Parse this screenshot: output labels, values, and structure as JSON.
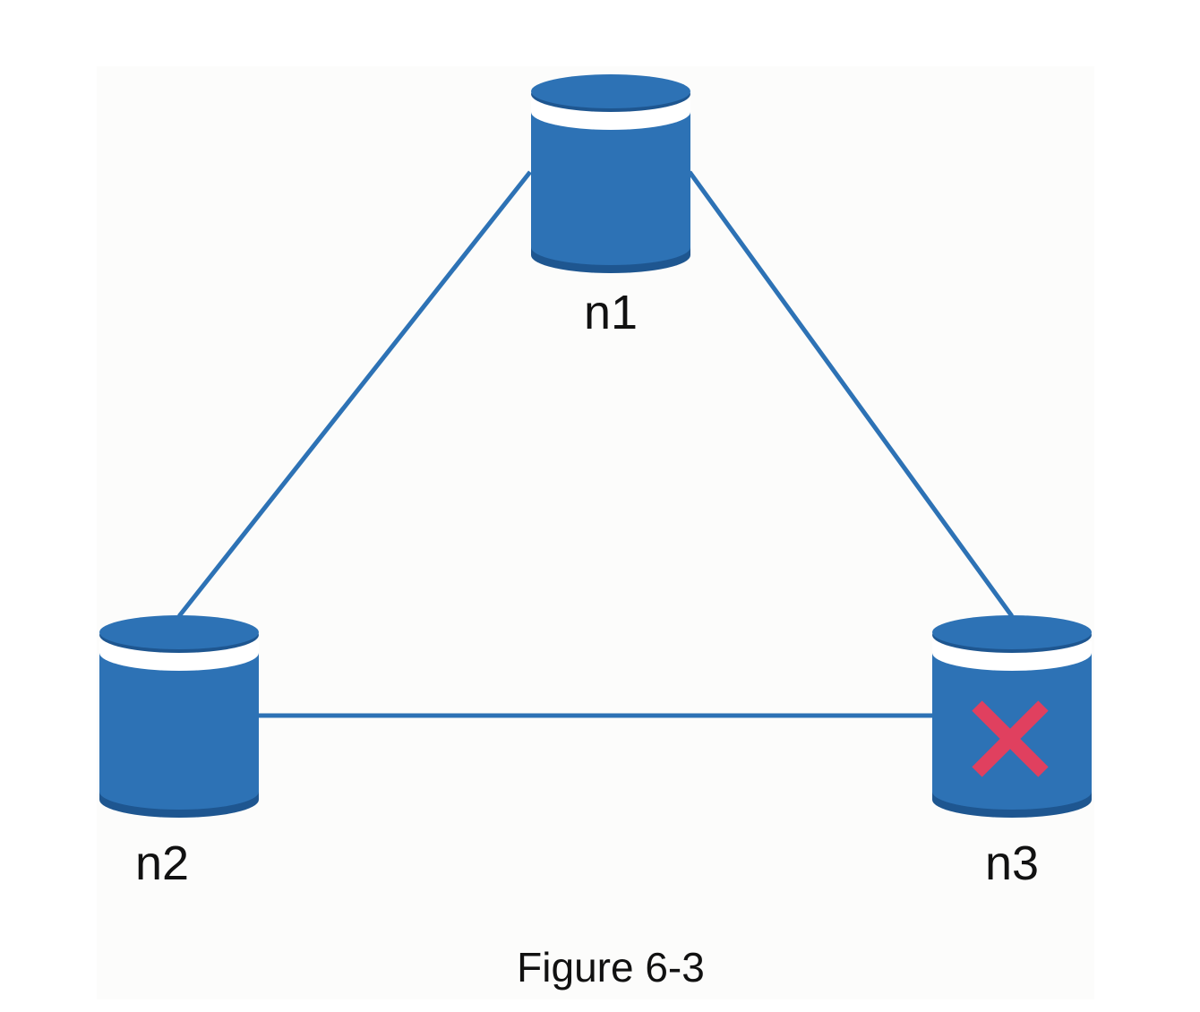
{
  "figure": {
    "caption": "Figure 6-3"
  },
  "colors": {
    "node_fill": "#2d72b5",
    "node_dark": "#1e5690",
    "node_band": "#ffffff",
    "link": "#2d72b5",
    "failure_mark": "#e0405f",
    "background": "#fcfcfb"
  },
  "nodes": [
    {
      "id": "n1",
      "label": "n1",
      "status": "up",
      "icon": "database-cylinder-icon"
    },
    {
      "id": "n2",
      "label": "n2",
      "status": "up",
      "icon": "database-cylinder-icon"
    },
    {
      "id": "n3",
      "label": "n3",
      "status": "down",
      "icon": "database-cylinder-icon",
      "mark": "x-mark-icon"
    }
  ],
  "links": [
    {
      "from": "n1",
      "to": "n2"
    },
    {
      "from": "n1",
      "to": "n3"
    },
    {
      "from": "n2",
      "to": "n3"
    }
  ]
}
